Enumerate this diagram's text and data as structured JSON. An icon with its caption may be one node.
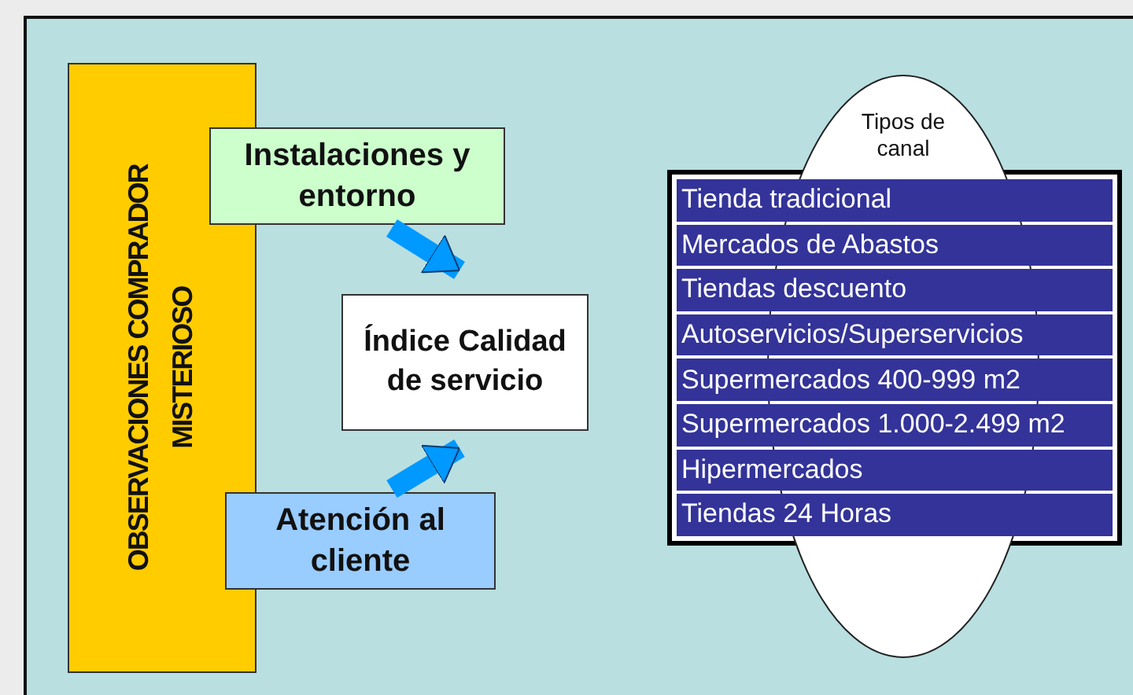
{
  "diagram": {
    "nodes": [
      {
        "text": [
          "OBSERVACIONES COMPRADOR MISTERIOSO"
        ]
      },
      {
        "text": [
          "Instalaciones y entorno"
        ]
      },
      {
        "text": [
          "Índice Calidad de servicio"
        ]
      },
      {
        "text": [
          "Atención al cliente"
        ]
      },
      {
        "text": [
          "Tipos de canal"
        ]
      },
      {
        "text": [
          "Tienda tradicional"
        ]
      },
      {
        "text": [
          "Mercados de Abastos"
        ]
      },
      {
        "text": [
          "Tiendas descuento"
        ]
      },
      {
        "text": [
          "Autoservicios/Superservicios"
        ]
      },
      {
        "text": [
          "Supermercados 400-999 m2"
        ]
      },
      {
        "text": [
          "Supermercados 1.000-2.499 m2"
        ]
      },
      {
        "text": [
          "Hipermercados"
        ]
      },
      {
        "text": [
          "Tiendas 24 Horas"
        ]
      }
    ],
    "edges": [
      {
        "from": 1,
        "to": 2,
        "arrow": "to"
      },
      {
        "from": 3,
        "to": 2,
        "arrow": "to"
      }
    ]
  }
}
